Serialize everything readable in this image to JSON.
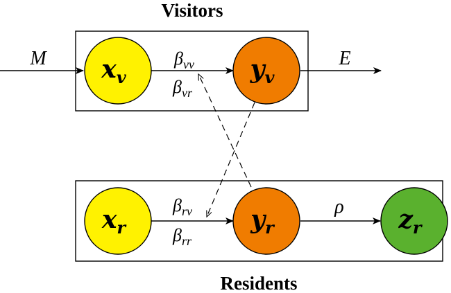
{
  "groups": {
    "visitors": {
      "title": "Visitors"
    },
    "residents": {
      "title": "Residents"
    }
  },
  "nodes": {
    "xv": {
      "base": "x",
      "sub": "v",
      "color": "#fff200"
    },
    "yv": {
      "base": "y",
      "sub": "v",
      "color": "#f07c00"
    },
    "xr": {
      "base": "x",
      "sub": "r",
      "color": "#fff200"
    },
    "yr": {
      "base": "y",
      "sub": "r",
      "color": "#f07c00"
    },
    "zr": {
      "base": "z",
      "sub": "r",
      "color": "#5ab12e"
    }
  },
  "edges": {
    "inflow": {
      "label": "M"
    },
    "outflow": {
      "label": "E"
    },
    "beta_vv": {
      "base": "β",
      "sub": "vv"
    },
    "beta_vr": {
      "base": "β",
      "sub": "vr"
    },
    "beta_rv": {
      "base": "β",
      "sub": "rv"
    },
    "beta_rr": {
      "base": "β",
      "sub": "rr"
    },
    "rho": {
      "label": "ρ"
    }
  }
}
